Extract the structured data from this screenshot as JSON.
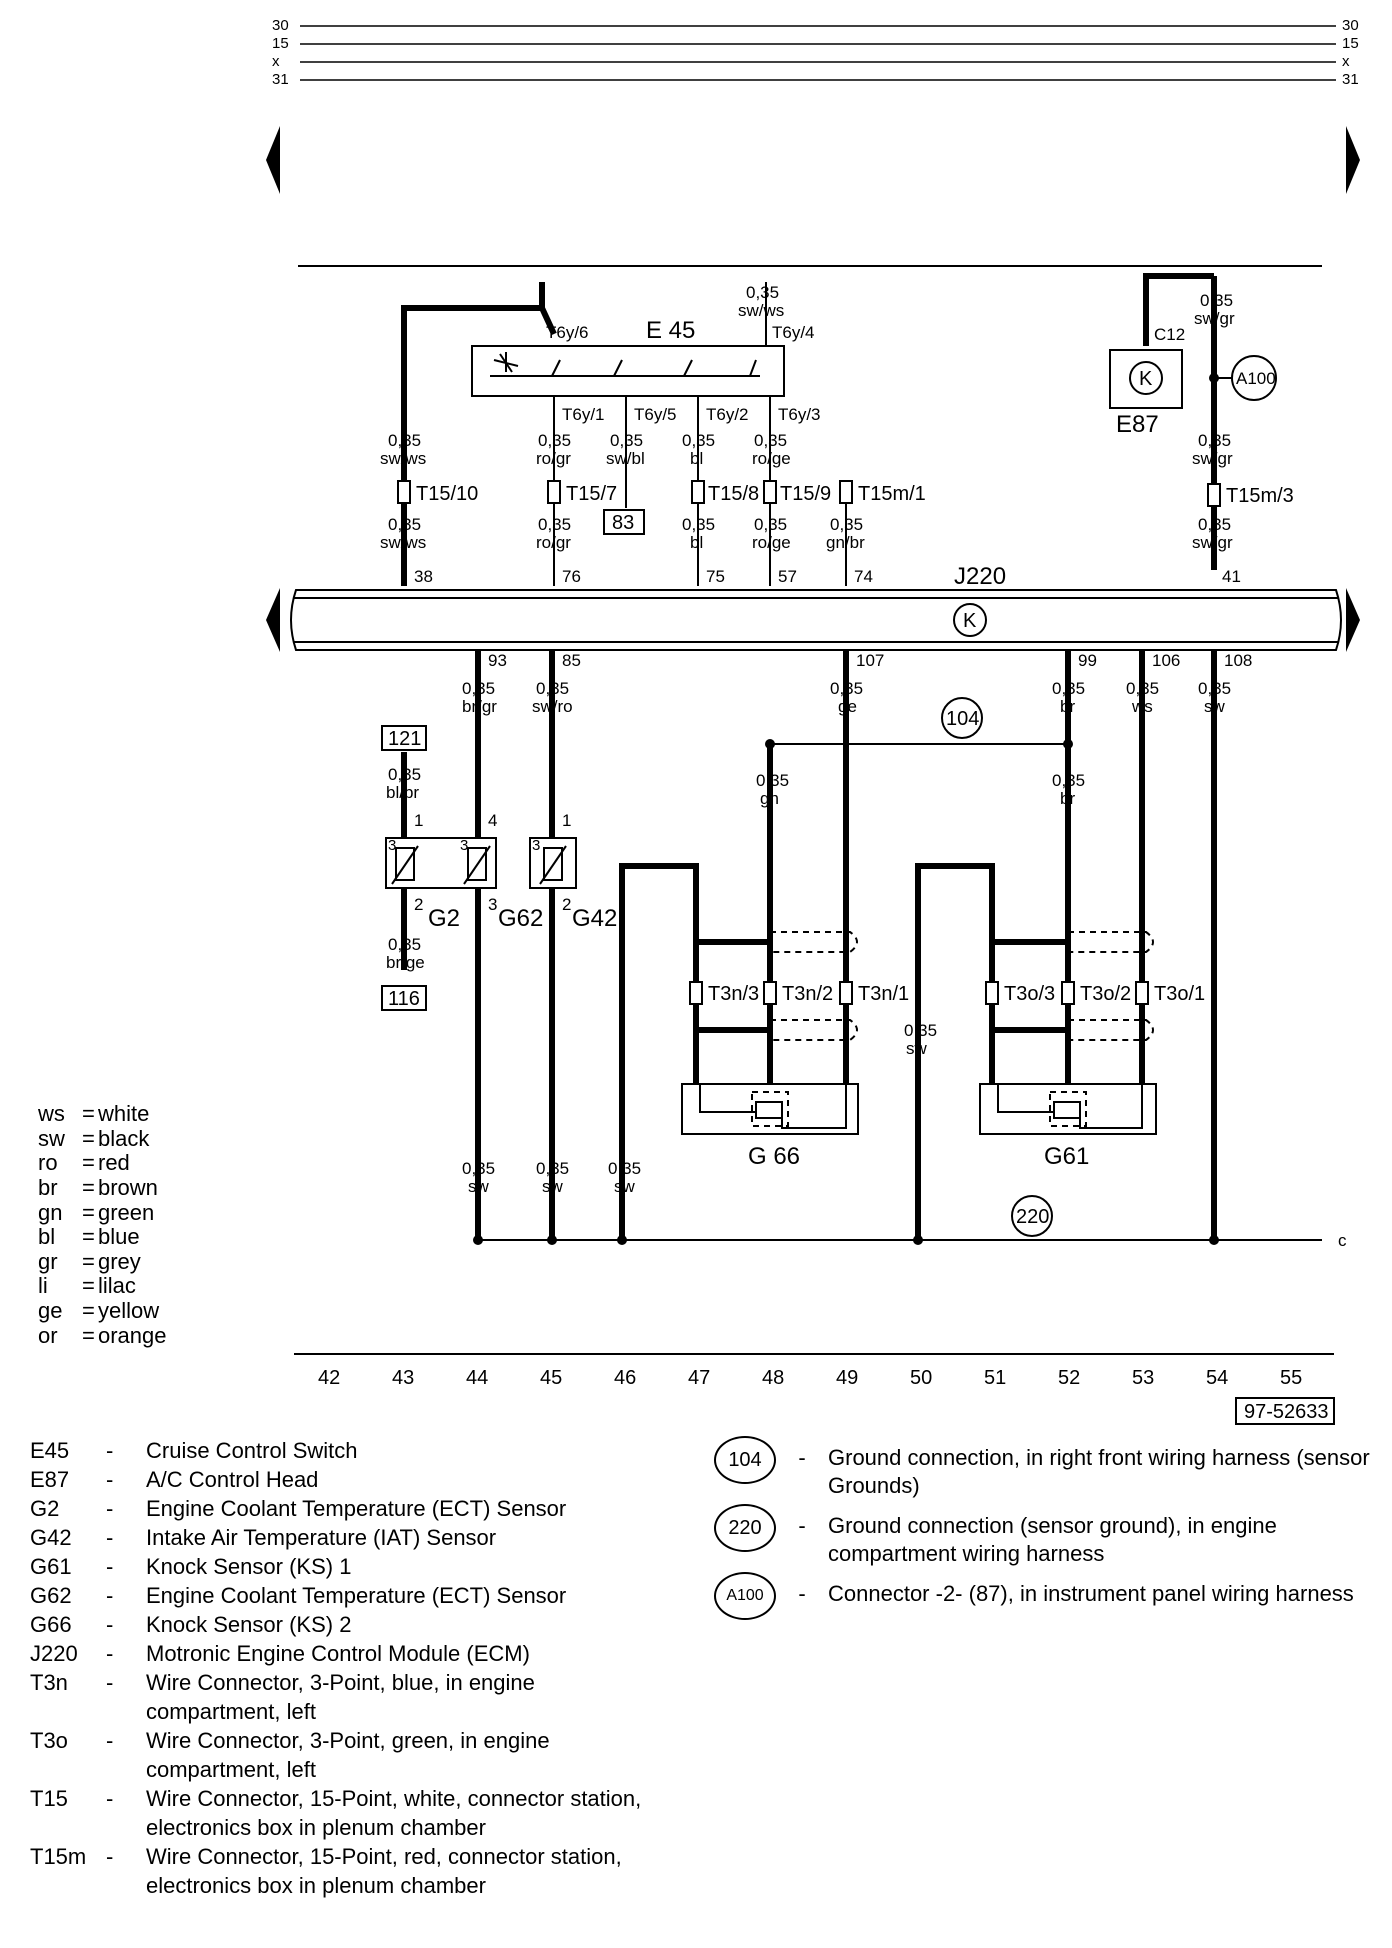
{
  "bus_lines": [
    "30",
    "15",
    "x",
    "31"
  ],
  "top_wires": {
    "e45_in": {
      "size": "0,35",
      "color": "sw/ws",
      "pin_a": "T6y/6",
      "pin_b": "T6y/4"
    },
    "c12": "C12",
    "e87_right": {
      "size": "0,35",
      "color": "sw/gr"
    }
  },
  "components": {
    "e45": "E 45",
    "e87": "E87",
    "j220": "J220",
    "g2": "G2",
    "g62": "G62",
    "g42": "G42",
    "g66": "G 66",
    "g61": "G61",
    "a100": "A100",
    "k": "K"
  },
  "e45_pins": [
    "T6y/1",
    "T6y/5",
    "T6y/2",
    "T6y/3"
  ],
  "mid_wires": [
    {
      "size": "0,35",
      "color": "sw/ws",
      "conn": "T15/10",
      "size2": "0,35",
      "color2": "sw/ws",
      "pin": "38"
    },
    {
      "size": "0,35",
      "color": "ro/gr",
      "conn": "T15/7",
      "size2": "0,35",
      "color2": "ro/gr",
      "pin": "76"
    },
    {
      "size": "0,35",
      "color": "sw/bl",
      "ref": "83"
    },
    {
      "size": "0,35",
      "color": "bl",
      "conn": "T15/8",
      "size2": "0,35",
      "color2": "bl",
      "pin": "75"
    },
    {
      "size": "0,35",
      "color": "ro/ge",
      "conn": "T15/9",
      "size2": "0,35",
      "color2": "ro/ge",
      "pin": "57"
    },
    {
      "conn": "T15m/1",
      "size2": "0,35",
      "color2": "gn/br",
      "pin": "74"
    },
    {
      "size": "0,35",
      "color": "sw/gr",
      "conn": "T15m/3",
      "size2": "0,35",
      "color2": "sw/gr",
      "pin": "41"
    }
  ],
  "ecm_out": [
    {
      "pin": "93",
      "size": "0,35",
      "color": "br/gr"
    },
    {
      "pin": "85",
      "size": "0,35",
      "color": "sw/ro"
    },
    {
      "pin": "107",
      "size": "0,35",
      "color": "ge"
    },
    {
      "pin": "99",
      "size": "0,35",
      "color": "br"
    },
    {
      "pin": "106",
      "size": "0,35",
      "color": "ws"
    },
    {
      "pin": "108",
      "size": "0,35",
      "color": "sw"
    }
  ],
  "lower": {
    "ref121": "121",
    "ref116": "116",
    "g2_in": {
      "size": "0,35",
      "color": "bl/br"
    },
    "g2_out": {
      "size": "0,35",
      "color": "br/ge"
    },
    "gnd104": "104",
    "gnd220": "220",
    "gn_wire": {
      "size": "0,35",
      "color": "gn"
    },
    "br_wire": {
      "size": "0,35",
      "color": "br"
    },
    "sw_wire": {
      "size": "0,35",
      "color": "sw"
    },
    "t3n": [
      "T3n/3",
      "T3n/2",
      "T3n/1"
    ],
    "t3o": [
      "T3o/3",
      "T3o/2",
      "T3o/1"
    ],
    "pins": {
      "p1": "1",
      "p2": "2",
      "p3": "3",
      "p4": "4"
    },
    "end_c": "c"
  },
  "ground_sw": [
    {
      "size": "0,35",
      "color": "sw"
    },
    {
      "size": "0,35",
      "color": "sw"
    },
    {
      "size": "0,35",
      "color": "sw"
    }
  ],
  "track_numbers": [
    "42",
    "43",
    "44",
    "45",
    "46",
    "47",
    "48",
    "49",
    "50",
    "51",
    "52",
    "53",
    "54",
    "55"
  ],
  "doc_number": "97-52633",
  "color_legend": [
    {
      "code": "ws",
      "name": "white"
    },
    {
      "code": "sw",
      "name": "black"
    },
    {
      "code": "ro",
      "name": "red"
    },
    {
      "code": "br",
      "name": "brown"
    },
    {
      "code": "gn",
      "name": "green"
    },
    {
      "code": "bl",
      "name": "blue"
    },
    {
      "code": "gr",
      "name": "grey"
    },
    {
      "code": "li",
      "name": "lilac"
    },
    {
      "code": "ge",
      "name": "yellow"
    },
    {
      "code": "or",
      "name": "orange"
    }
  ],
  "component_legend": [
    {
      "code": "E45",
      "desc": "Cruise Control Switch"
    },
    {
      "code": "E87",
      "desc": "A/C Control Head"
    },
    {
      "code": "G2",
      "desc": "Engine Coolant Temperature (ECT) Sensor"
    },
    {
      "code": "G42",
      "desc": "Intake Air Temperature (IAT) Sensor"
    },
    {
      "code": "G61",
      "desc": "Knock Sensor (KS) 1"
    },
    {
      "code": "G62",
      "desc": "Engine Coolant Temperature (ECT) Sensor"
    },
    {
      "code": "G66",
      "desc": "Knock Sensor (KS) 2"
    },
    {
      "code": "J220",
      "desc": "Motronic Engine Control Module (ECM)"
    },
    {
      "code": "T3n",
      "desc": "Wire Connector, 3-Point, blue, in engine compartment, left"
    },
    {
      "code": "T3o",
      "desc": "Wire Connector, 3-Point, green, in engine compartment, left"
    },
    {
      "code": "T15",
      "desc": "Wire Connector, 15-Point, white, connector station, electronics box in plenum chamber"
    },
    {
      "code": "T15m",
      "desc": "Wire Connector, 15-Point, red, connector station, electronics box in plenum chamber"
    }
  ],
  "ground_legend": [
    {
      "symbol": "104",
      "desc": "Ground connection, in right front wiring harness (sensor Grounds)"
    },
    {
      "symbol": "220",
      "desc": "Ground connection (sensor ground), in engine compartment wiring harness"
    },
    {
      "symbol": "A100",
      "desc": "Connector -2- (87), in instrument panel wiring harness"
    }
  ]
}
